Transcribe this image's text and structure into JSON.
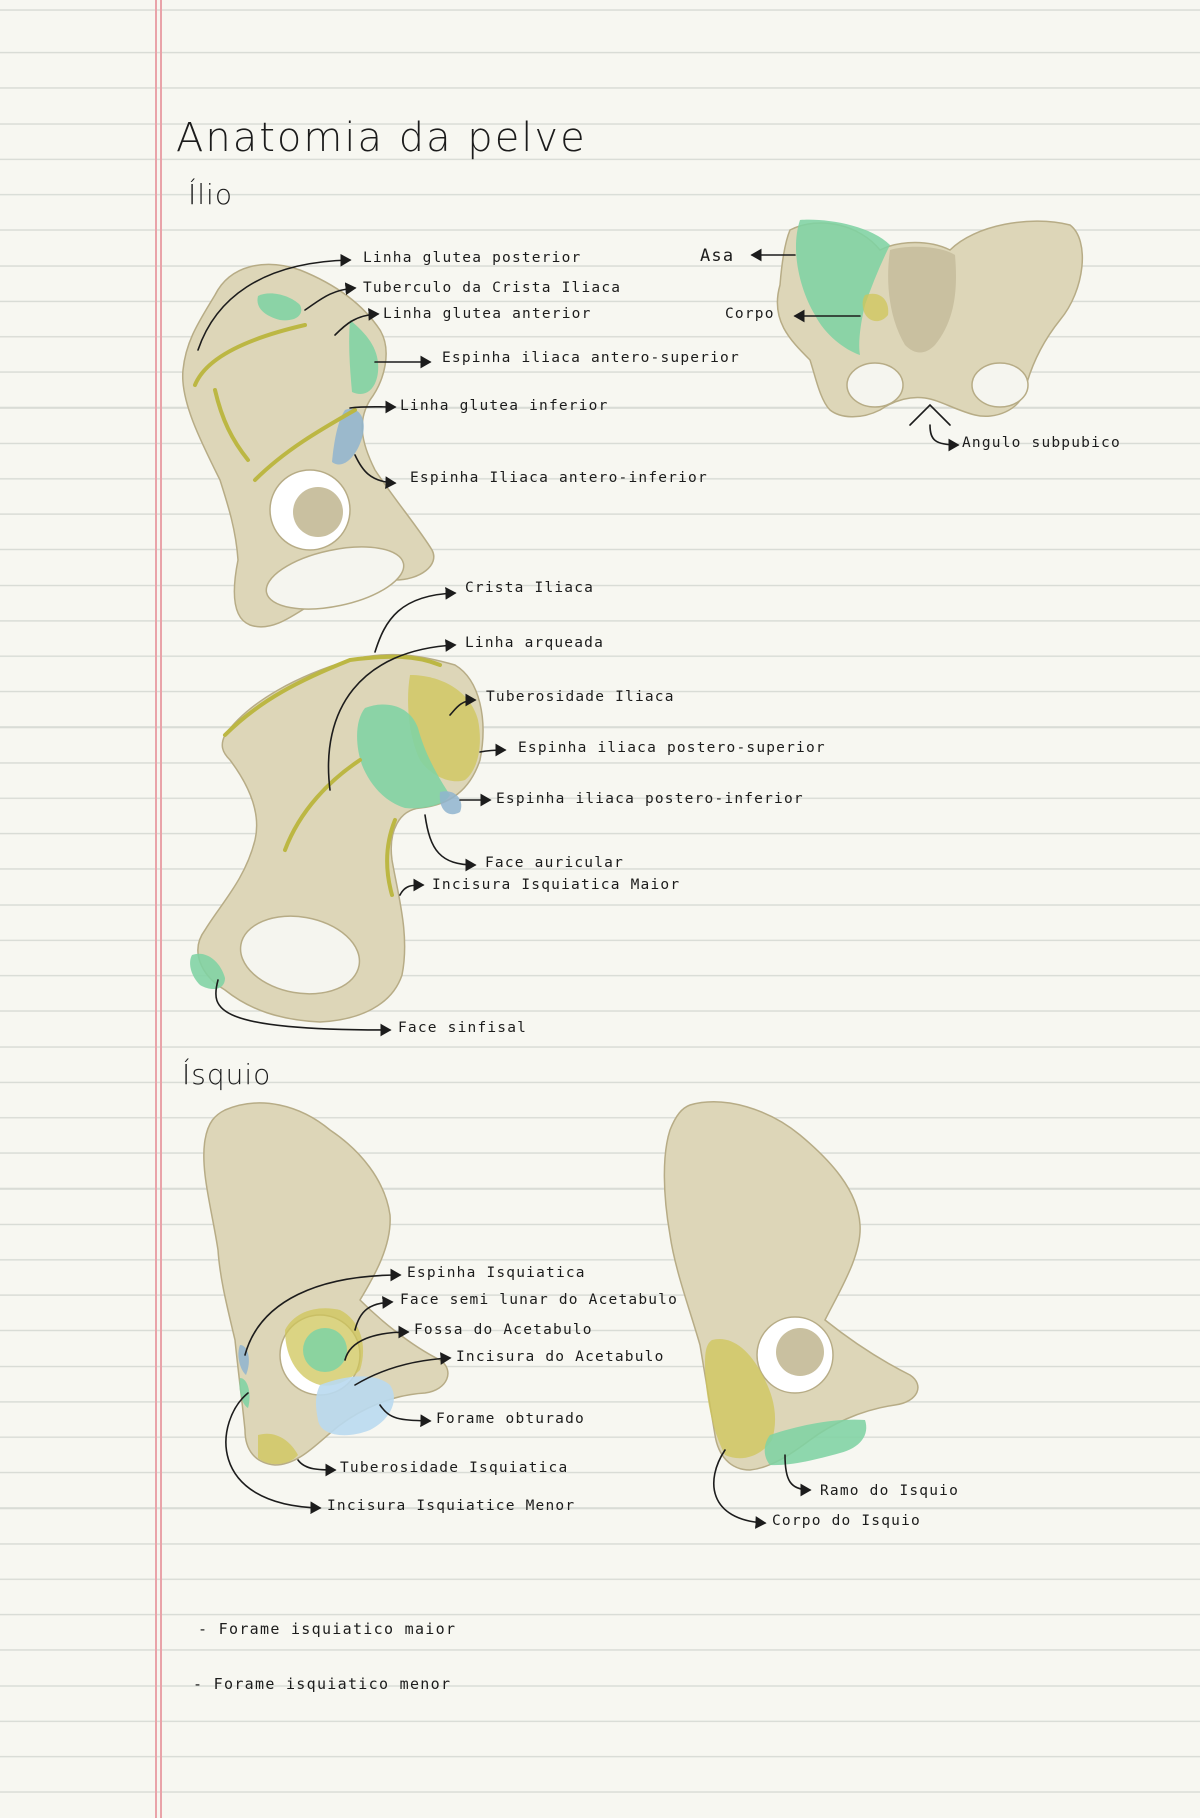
{
  "title": "Anatomia da pelve",
  "sections": {
    "ilio": "Ílio",
    "isquio": "Ísquio"
  },
  "ilio_labels": [
    "Linha glutea posterior",
    "Tuberculo da Crista Iliaca",
    "Linha glutea anterior",
    "Espinha iliaca antero-superior",
    "Linha glutea inferior",
    "Espinha Iliaca antero-inferior",
    "Asa",
    "Corpo",
    "Angulo subpubico",
    "Crista Iliaca",
    "Linha arqueada",
    "Tuberosidade Iliaca",
    "Espinha iliaca postero-superior",
    "Espinha iliaca postero-inferior",
    "Face auricular",
    "Incisura Isquiatica Maior",
    "Face sinfisal"
  ],
  "isquio_labels": [
    "Espinha Isquiatica",
    "Face semi lunar do Acetabulo",
    "Fossa do Acetabulo",
    "Incisura do Acetabulo",
    "Forame obturado",
    "Tuberosidade Isquiatica",
    "Incisura Isquiatice Menor",
    "Ramo do Isquio",
    "Corpo do Isquio"
  ],
  "notes": [
    "- Forame isquiatico maior",
    "- Forame isquiatico menor"
  ],
  "colors": {
    "margin_line": "#e9a3a9",
    "ruled_line": "#d9dcd6",
    "bone": "#ddd6b8",
    "highlight_green": "#7fd3a3",
    "highlight_yellow": "#cfc65a",
    "highlight_blue": "#8fb4cf"
  }
}
